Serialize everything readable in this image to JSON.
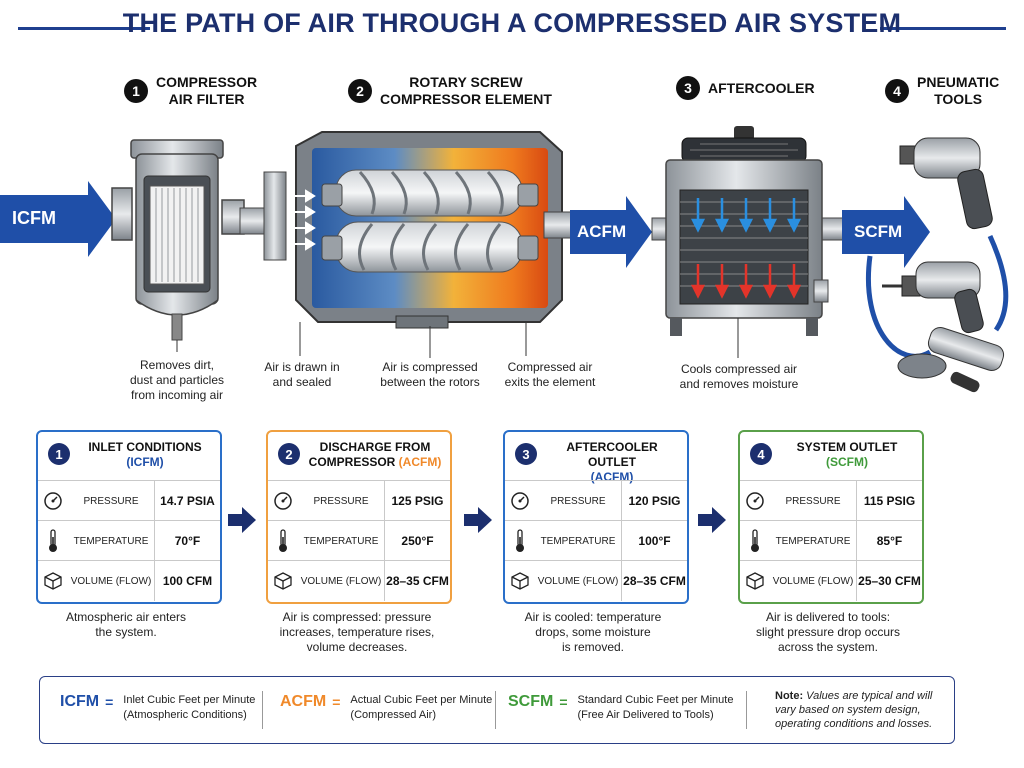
{
  "title": "THE PATH OF AIR THROUGH A COMPRESSED AIR SYSTEM",
  "stages": [
    {
      "num": "1",
      "title_line1": "COMPRESSOR",
      "title_line2": "AIR FILTER"
    },
    {
      "num": "2",
      "title_line1": "ROTARY SCREW",
      "title_line2": "COMPRESSOR ELEMENT"
    },
    {
      "num": "3",
      "title_line1": "AFTERCOOLER",
      "title_line2": ""
    },
    {
      "num": "4",
      "title_line1": "PNEUMATIC",
      "title_line2": "TOOLS"
    }
  ],
  "flow_labels": {
    "inlet": "ICFM",
    "mid": "ACFM",
    "outlet": "SCFM"
  },
  "captions": {
    "filter": [
      "Removes dirt,",
      "dust and particles",
      "from incoming air"
    ],
    "drawn": [
      "Air is drawn in",
      "and sealed"
    ],
    "compressed": [
      "Air is compressed",
      "between the rotors"
    ],
    "exits": [
      "Compressed air",
      "exits the element"
    ],
    "cooler": [
      "Cools compressed air",
      "and removes moisture"
    ]
  },
  "cards": [
    {
      "num": "1",
      "title": "INLET CONDITIONS",
      "sub": "(ICFM)",
      "color": "#2a6fc9",
      "rows": [
        {
          "icon": "gauge-icon",
          "label": "PRESSURE",
          "value": "14.7 PSIA"
        },
        {
          "icon": "thermometer-icon",
          "label": "TEMPERATURE",
          "value": "70°F"
        },
        {
          "icon": "cube-icon",
          "label": "VOLUME (FLOW)",
          "value": "100 CFM"
        }
      ],
      "note": [
        "Atmospheric air enters",
        "the system."
      ]
    },
    {
      "num": "2",
      "title": "DISCHARGE FROM",
      "sub": "COMPRESSOR (ACFM)",
      "color": "#f0a040",
      "rows": [
        {
          "icon": "gauge-icon",
          "label": "PRESSURE",
          "value": "125 PSIG"
        },
        {
          "icon": "thermometer-icon",
          "label": "TEMPERATURE",
          "value": "250°F"
        },
        {
          "icon": "cube-icon",
          "label": "VOLUME (FLOW)",
          "value": "28–35 CFM"
        }
      ],
      "note": [
        "Air is compressed: pressure",
        "increases, temperature rises,",
        "volume decreases."
      ]
    },
    {
      "num": "3",
      "title": "AFTERCOOLER OUTLET",
      "sub": "(ACFM)",
      "color": "#2a6fc9",
      "rows": [
        {
          "icon": "gauge-icon",
          "label": "PRESSURE",
          "value": "120 PSIG"
        },
        {
          "icon": "thermometer-icon",
          "label": "TEMPERATURE",
          "value": "100°F"
        },
        {
          "icon": "cube-icon",
          "label": "VOLUME (FLOW)",
          "value": "28–35 CFM"
        }
      ],
      "note": [
        "Air is cooled: temperature",
        "drops, some moisture",
        "is removed."
      ]
    },
    {
      "num": "4",
      "title": "SYSTEM OUTLET",
      "sub": "(SCFM)",
      "color": "#5aa04a",
      "rows": [
        {
          "icon": "gauge-icon",
          "label": "PRESSURE",
          "value": "115 PSIG"
        },
        {
          "icon": "thermometer-icon",
          "label": "TEMPERATURE",
          "value": "85°F"
        },
        {
          "icon": "cube-icon",
          "label": "VOLUME (FLOW)",
          "value": "25–30 CFM"
        }
      ],
      "note": [
        "Air is delivered to tools:",
        "slight pressure drop occurs",
        "across the system."
      ]
    }
  ],
  "legend": [
    {
      "abbr": "ICFM",
      "eq": "=",
      "def1": "Inlet Cubic Feet per Minute",
      "def2": "(Atmospheric Conditions)",
      "color": "#1f4fa8"
    },
    {
      "abbr": "ACFM",
      "eq": "=",
      "def1": "Actual Cubic Feet per Minute",
      "def2": "(Compressed Air)",
      "color": "#f0892a"
    },
    {
      "abbr": "SCFM",
      "eq": "=",
      "def1": "Standard Cubic Feet per Minute",
      "def2": "(Free Air Delivered to Tools)",
      "color": "#3f9a3a"
    }
  ],
  "legend_note": {
    "bold": "Note:",
    "text": "Values are typical and will vary based on system design, operating conditions and losses."
  },
  "colors": {
    "title": "#1c2f6e",
    "arrow_blue": "#1f4fa8",
    "chevron": "#1c2f6e"
  }
}
